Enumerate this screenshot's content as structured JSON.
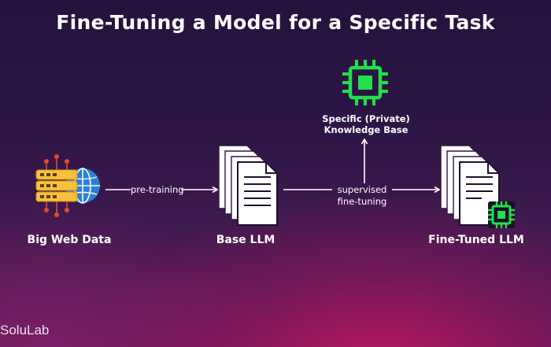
{
  "title": "Fine-Tuning a Model for a Specific Task",
  "nodes": {
    "big_web_data": {
      "label": "Big Web Data",
      "icon": "database-globe-icon"
    },
    "base_llm": {
      "label": "Base LLM",
      "icon": "document-stack-icon"
    },
    "fine_tuned_llm": {
      "label": "Fine-Tuned LLM",
      "icon": "document-stack-chip-icon"
    },
    "knowledge_base": {
      "line1": "Specific (Private)",
      "line2": "Knowledge Base",
      "icon": "chip-icon"
    }
  },
  "edges": {
    "pre_training": "pre-training",
    "supervised_line1": "supervised",
    "supervised_line2": "fine-tuning"
  },
  "brand": "SoluLab",
  "colors": {
    "chip_green": "#22e04a",
    "db_yellow": "#f7c23a",
    "globe_blue": "#2c7fd6",
    "node_red": "#e8492f",
    "doc_white": "#ffffff"
  }
}
